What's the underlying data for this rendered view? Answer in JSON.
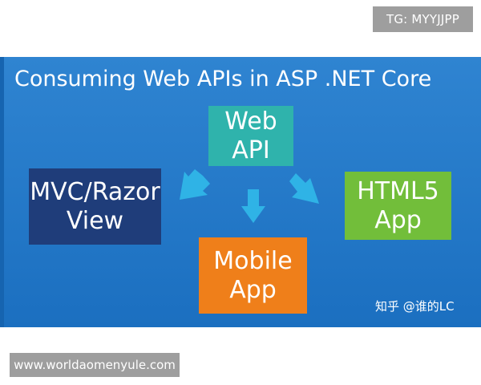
{
  "tag_label": "TG: MYYJJPP",
  "slide": {
    "title": "Consuming Web APIs in ASP .NET Core",
    "nodes": {
      "web_api": {
        "line1": "Web",
        "line2": "API",
        "color": "#2fb3ac"
      },
      "mvc_razor": {
        "line1": "MVC/Razor",
        "line2": "View",
        "color": "#1f3d7a"
      },
      "html5": {
        "line1": "HTML5",
        "line2": "App",
        "color": "#72be3a"
      },
      "mobile": {
        "line1": "Mobile",
        "line2": "App",
        "color": "#ef7f1a"
      }
    },
    "arrow_color": "#2fb3e6",
    "background_color": "#2a7fcd"
  },
  "watermark_text": "知乎 @谁的LC",
  "url_label": "www.worldaomenyule.com"
}
